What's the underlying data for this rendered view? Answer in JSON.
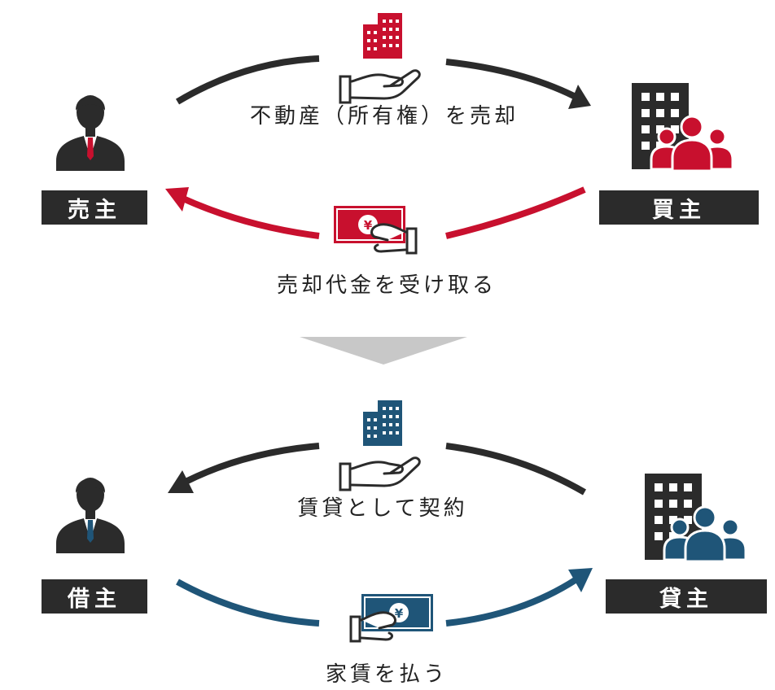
{
  "colors": {
    "dark": "#2b2b2b",
    "red": "#c8102e",
    "blue": "#1f5578",
    "gray": "#c8c8c8",
    "white": "#ffffff"
  },
  "top": {
    "seller_label": "売主",
    "buyer_label": "買主",
    "forward_caption": "不動産（所有権）を売却",
    "return_caption": "売却代金を受け取る",
    "money_symbol": "¥"
  },
  "bottom": {
    "tenant_label": "借主",
    "lessor_label": "貸主",
    "forward_caption": "賃貸として契約",
    "return_caption": "家賃を払う",
    "money_symbol": "¥"
  },
  "icons": {
    "person": "businessman-icon",
    "building_hand": "building-on-hand-icon",
    "company": "office-building-with-people-icon",
    "money": "yen-bill-in-hand-icon",
    "transition": "down-triangle-icon"
  }
}
